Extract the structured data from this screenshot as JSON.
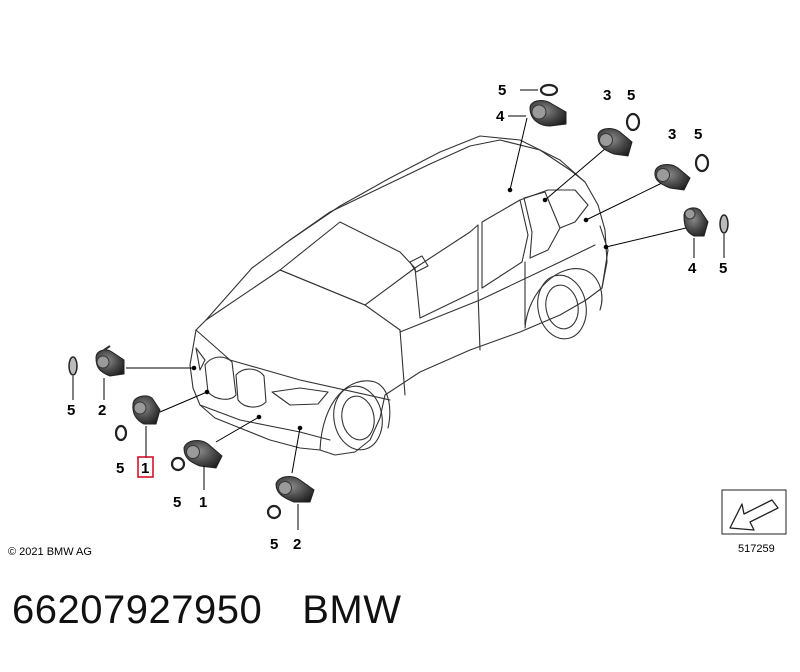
{
  "diagram": {
    "callouts": [
      {
        "id": "c5-top",
        "text": "5"
      },
      {
        "id": "c4-top",
        "text": "4"
      },
      {
        "id": "c3-a",
        "text": "3"
      },
      {
        "id": "c5-a",
        "text": "5"
      },
      {
        "id": "c3-b",
        "text": "3"
      },
      {
        "id": "c5-b",
        "text": "5"
      },
      {
        "id": "c4-rear",
        "text": "4"
      },
      {
        "id": "c5-rear",
        "text": "5"
      },
      {
        "id": "c5-fl",
        "text": "5"
      },
      {
        "id": "c2-fl",
        "text": "2"
      },
      {
        "id": "c5-f1",
        "text": "5"
      },
      {
        "id": "c1-highlight",
        "text": "1"
      },
      {
        "id": "c5-f2",
        "text": "5"
      },
      {
        "id": "c1-f2",
        "text": "1"
      },
      {
        "id": "c5-f3",
        "text": "5"
      },
      {
        "id": "c2-f3",
        "text": "2"
      }
    ],
    "copyright": "© 2021 BMW AG",
    "diagram_number": "517259",
    "highlight_color": "#d0021b"
  },
  "footer": {
    "part_number": "66207927950",
    "brand": "BMW"
  }
}
